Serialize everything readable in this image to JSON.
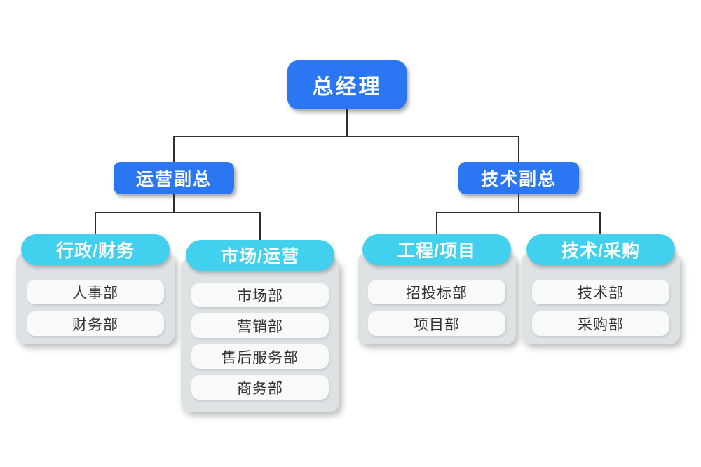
{
  "org_chart": {
    "root": {
      "label": "总经理"
    },
    "level2": [
      {
        "label": "运营副总"
      },
      {
        "label": "技术副总"
      }
    ],
    "groups": [
      {
        "header": "行政/财务",
        "items": [
          "人事部",
          "财务部"
        ]
      },
      {
        "header": "市场/运营",
        "items": [
          "市场部",
          "营销部",
          "售后服务部",
          "商务部"
        ]
      },
      {
        "header": "工程/项目",
        "items": [
          "招投标部",
          "项目部"
        ]
      },
      {
        "header": "技术/采购",
        "items": [
          "技术部",
          "采购部"
        ]
      }
    ]
  },
  "colors": {
    "node_blue": "#2b77f3",
    "header_cyan": "#41d0ed",
    "panel_gray": "#dde2e4",
    "item_bg": "#f8f9f9",
    "item_text": "#333333",
    "line": "#2f2f2f",
    "background": "#ffffff"
  }
}
